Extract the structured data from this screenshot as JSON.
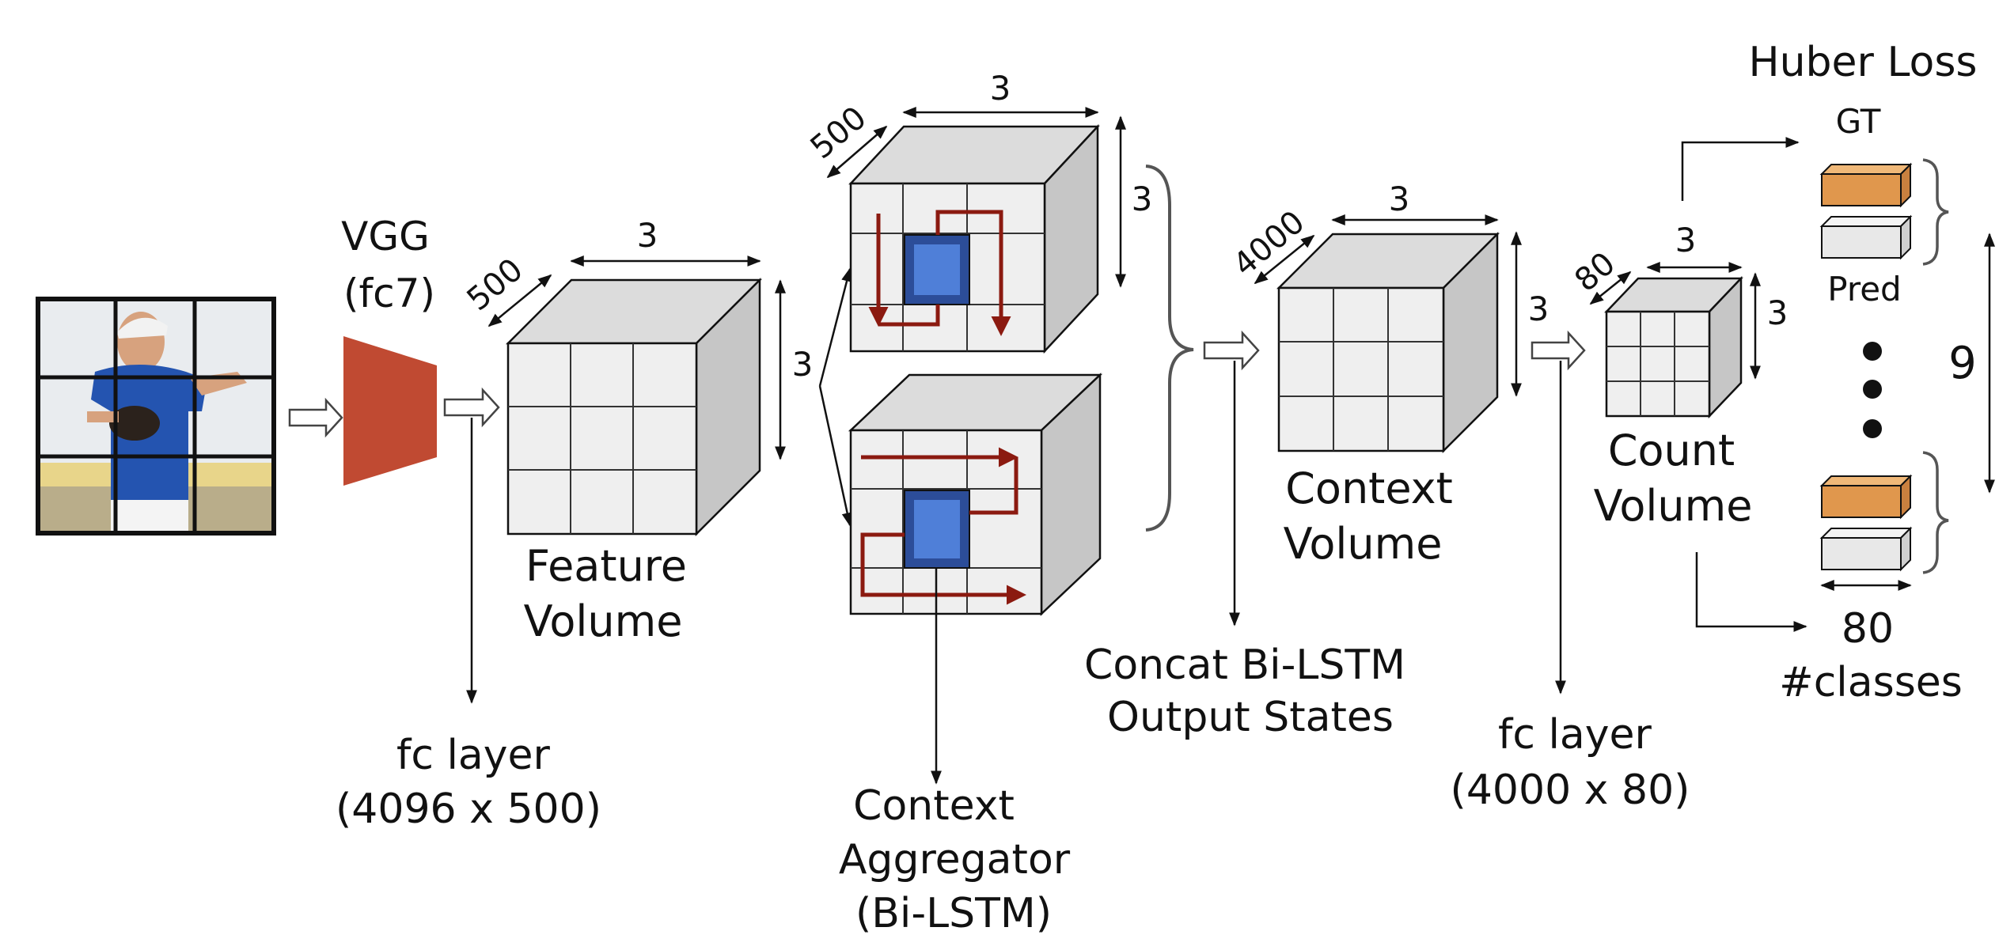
{
  "labels": {
    "vgg_line1": "VGG",
    "vgg_line2": "(fc7)",
    "feature_line1": "Feature",
    "feature_line2": "Volume",
    "fc1_line1": "fc layer",
    "fc1_line2": "(4096 x 500)",
    "aggregator_line1": "Context",
    "aggregator_line2": "Aggregator",
    "aggregator_line3": "(Bi-LSTM)",
    "concat_line1": "Concat Bi-LSTM",
    "concat_line2": "Output States",
    "context_line1": "Context",
    "context_line2": "Volume",
    "fc2_line1": "fc layer",
    "fc2_line2": "(4000 x 80)",
    "count_line1": "Count",
    "count_line2": "Volume",
    "huber": "Huber Loss",
    "gt": "GT",
    "pred": "Pred",
    "classes_num": "80",
    "classes_label": "#classes",
    "nine": "9"
  },
  "dims": {
    "feature_depth": "500",
    "feature_width": "3",
    "feature_height": "3",
    "lstm_depth": "500",
    "lstm_width": "3",
    "lstm_height": "3",
    "context_depth": "4000",
    "context_width": "3",
    "context_height": "3",
    "count_depth": "80",
    "count_width": "3",
    "count_height": "3"
  },
  "colors": {
    "vgg": "#c04a32",
    "cell_highlight": "#4f7fd8",
    "lstm_path": "#8b1a10",
    "gt_block": "#e0974d",
    "pred_block": "#e8e8e8",
    "cube_front": "#efefef",
    "cube_top": "#dcdcdc",
    "cube_side": "#c6c6c6"
  }
}
